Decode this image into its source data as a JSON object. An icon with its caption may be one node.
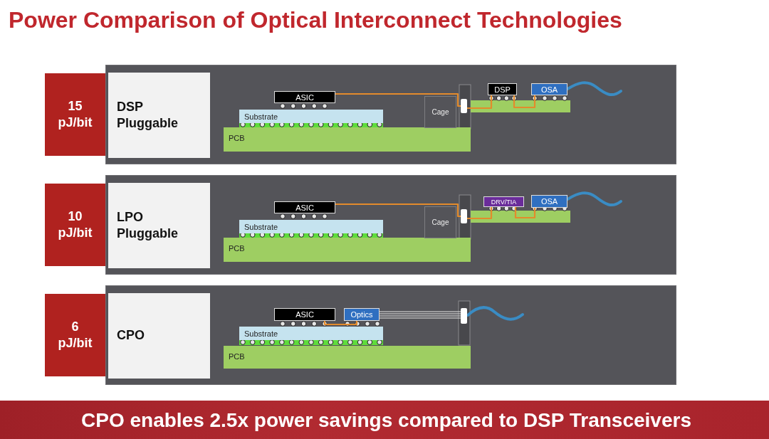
{
  "diagram": {
    "title": "Power Comparison of Optical Interconnect Technologies",
    "caption": "CPO enables 2.5x power savings compared to DSP Transceivers",
    "nodes": [
      {
        "text": [
          "15 pJ/bit"
        ]
      },
      {
        "text": [],
        "shape": "box"
      },
      {
        "text": [
          "DSP Pluggable"
        ],
        "in": 1
      },
      {
        "text": [
          "ASIC"
        ],
        "in": 1
      },
      {
        "text": [
          "Substrate"
        ],
        "in": 1
      },
      {
        "text": [
          "PCB"
        ],
        "in": 1
      },
      {
        "text": [
          "Cage"
        ],
        "in": 1
      },
      {
        "text": [],
        "shape": "box",
        "in": 1
      },
      {
        "text": [
          "DSP"
        ],
        "in": 1
      },
      {
        "text": [
          "OSA"
        ],
        "in": 1
      },
      {
        "text": [
          "10 pJ/bit"
        ]
      },
      {
        "text": [],
        "shape": "box"
      },
      {
        "text": [
          "LPO Pluggable"
        ],
        "in": 11
      },
      {
        "text": [
          "ASIC"
        ],
        "in": 11
      },
      {
        "text": [
          "Substrate"
        ],
        "in": 11
      },
      {
        "text": [
          "PCB"
        ],
        "in": 11
      },
      {
        "text": [
          "Cage"
        ],
        "in": 11
      },
      {
        "text": [],
        "shape": "box",
        "in": 11
      },
      {
        "text": [
          "DRV/TIA"
        ],
        "in": 11
      },
      {
        "text": [
          "OSA"
        ],
        "in": 11
      },
      {
        "text": [
          "6 pJ/bit"
        ]
      },
      {
        "text": [],
        "shape": "box"
      },
      {
        "text": [
          "CPO"
        ],
        "in": 21
      },
      {
        "text": [
          "ASIC"
        ],
        "in": 21
      },
      {
        "text": [
          "Optics"
        ],
        "in": 21
      },
      {
        "text": [
          "Substrate"
        ],
        "in": 21
      },
      {
        "text": [
          "PCB"
        ],
        "in": 21
      },
      {
        "text": [],
        "shape": "box",
        "in": 21
      }
    ],
    "edges": [
      {
        "from": 3,
        "to": 7,
        "arrow": "none"
      },
      {
        "from": 7,
        "to": 8,
        "arrow": "none"
      },
      {
        "from": 8,
        "to": 9,
        "arrow": "none"
      },
      {
        "from": 13,
        "to": 17,
        "arrow": "none"
      },
      {
        "from": 17,
        "to": 18,
        "arrow": "none"
      },
      {
        "from": 18,
        "to": 19,
        "arrow": "none"
      },
      {
        "from": 23,
        "to": 24,
        "arrow": "none"
      },
      {
        "from": 24,
        "to": 27,
        "arrow": "none",
        "color": "#e6e6e6"
      }
    ]
  }
}
